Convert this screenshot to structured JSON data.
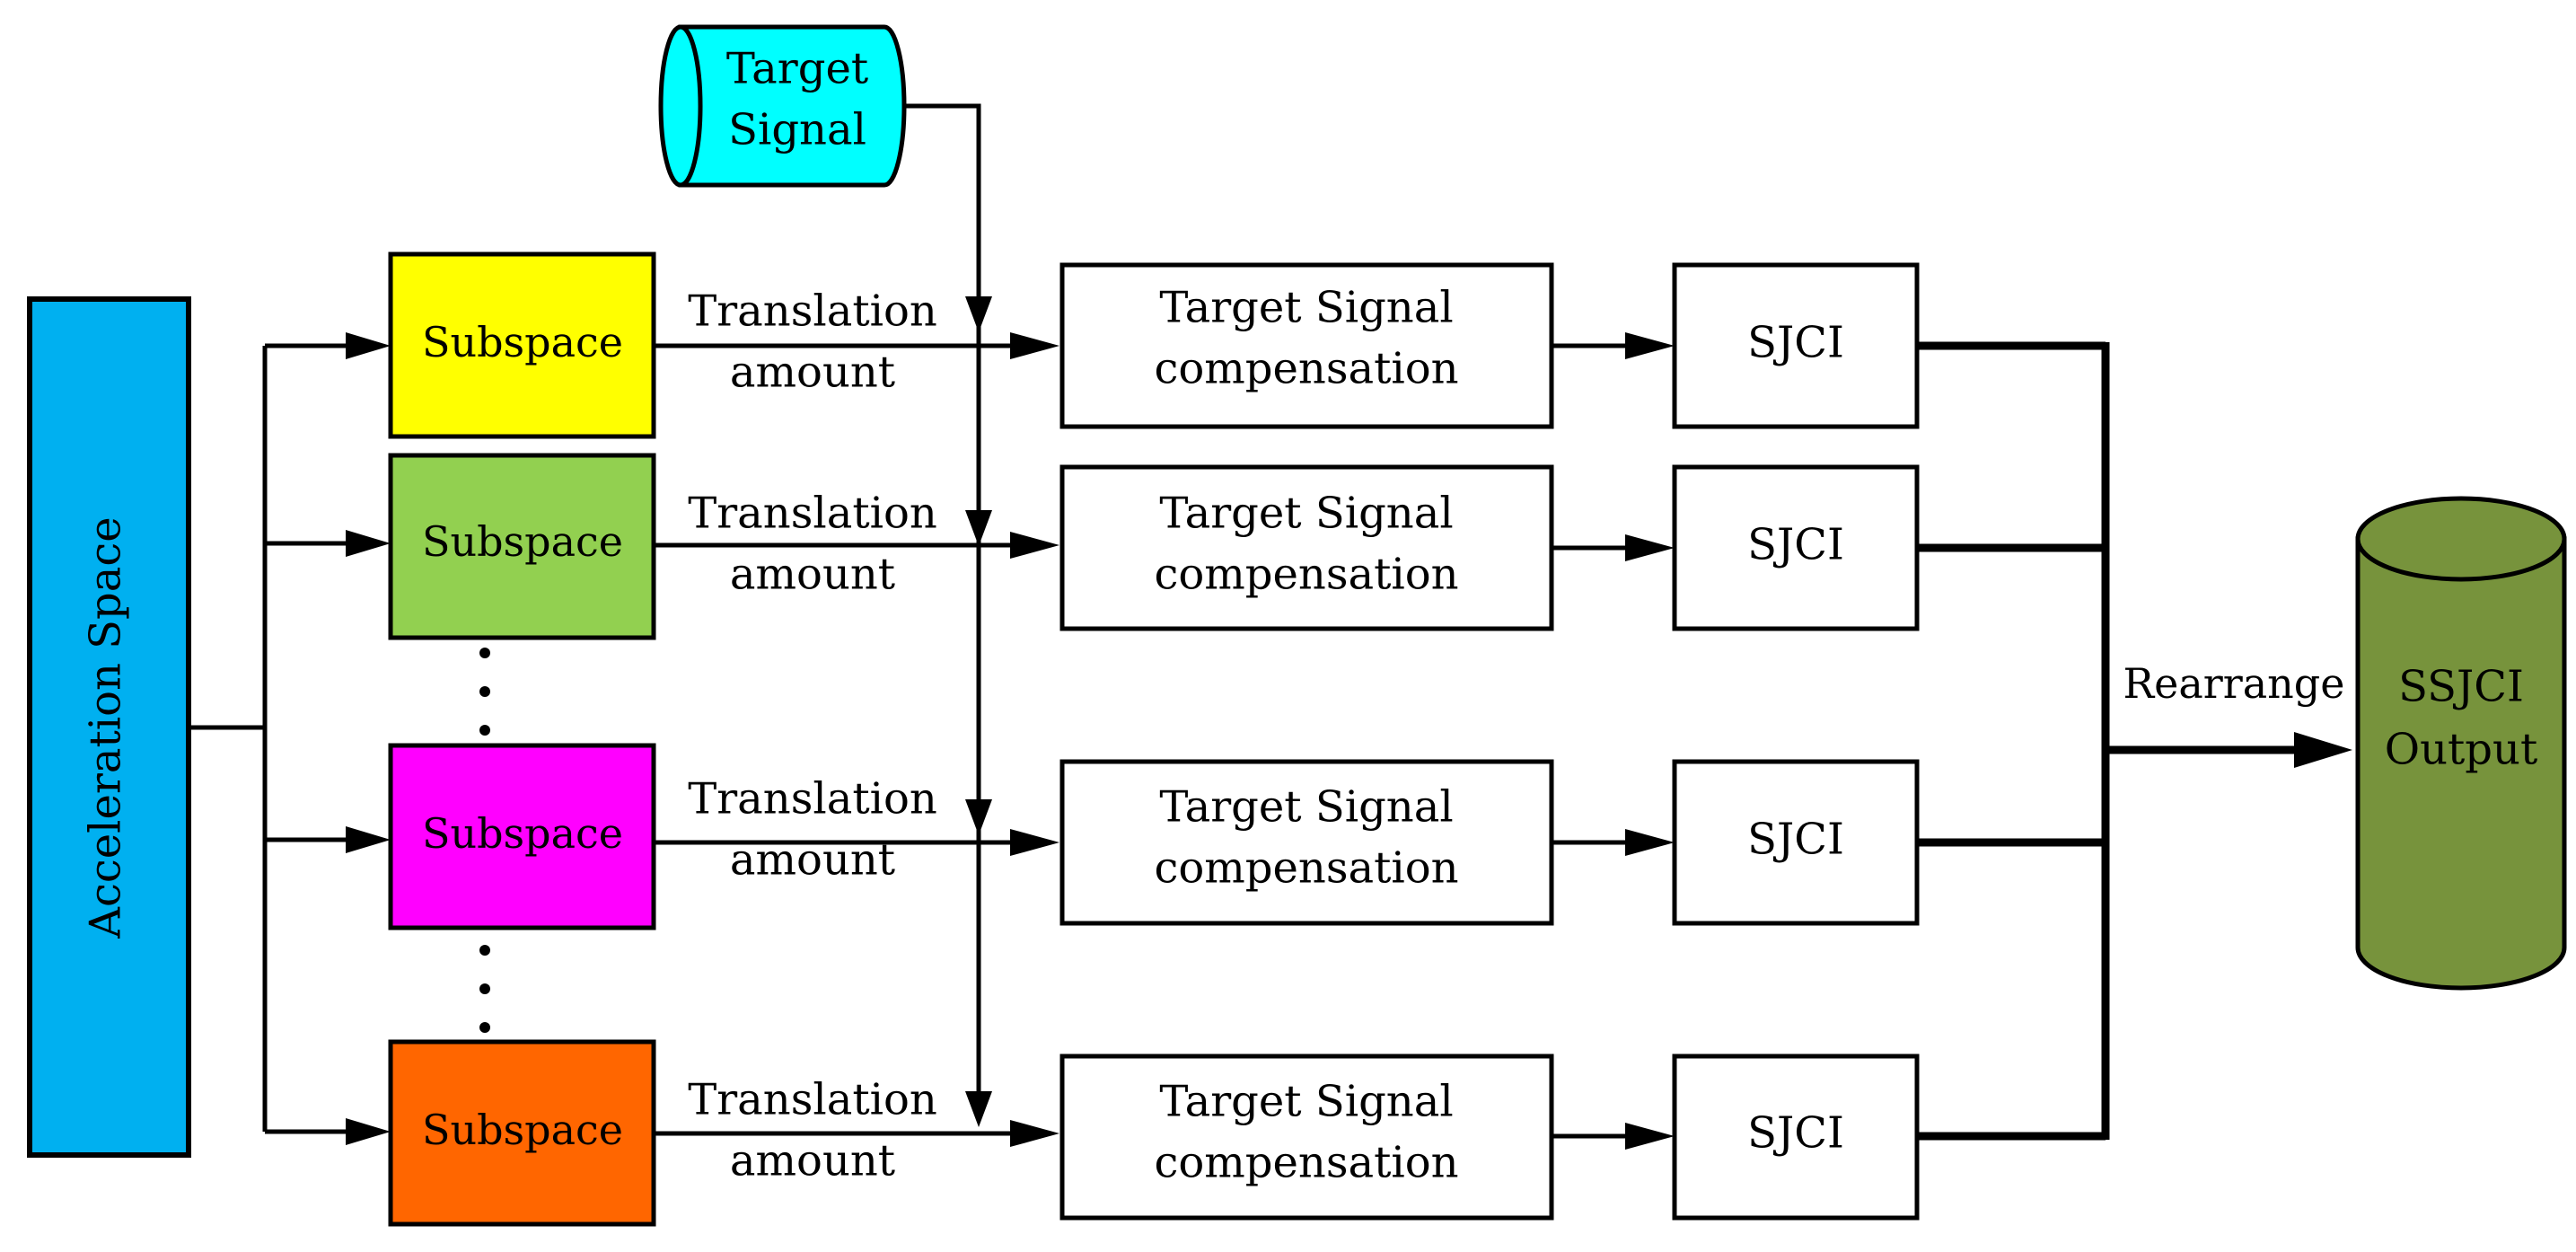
{
  "colors": {
    "acceleration_space": "#00B0F0",
    "target_signal": "#00FFFF",
    "subspace_1": "#FFFF00",
    "subspace_2": "#92D050",
    "subspace_3": "#FF00FF",
    "subspace_4": "#FF6600",
    "output_cylinder": "#77933C",
    "stroke": "#000000"
  },
  "nodes": {
    "acceleration_space": "Acceleration Space",
    "target_signal": [
      "Target",
      "Signal"
    ],
    "output": [
      "SSJCI",
      "Output"
    ]
  },
  "rows": [
    {
      "subspace": "Subspace",
      "translation": [
        "Translation",
        "amount"
      ],
      "compensation": [
        "Target Signal",
        "compensation"
      ],
      "sjci": "SJCI"
    },
    {
      "subspace": "Subspace",
      "translation": [
        "Translation",
        "amount"
      ],
      "compensation": [
        "Target Signal",
        "compensation"
      ],
      "sjci": "SJCI"
    },
    {
      "subspace": "Subspace",
      "translation": [
        "Translation",
        "amount"
      ],
      "compensation": [
        "Target Signal",
        "compensation"
      ],
      "sjci": "SJCI"
    },
    {
      "subspace": "Subspace",
      "translation": [
        "Translation",
        "amount"
      ],
      "compensation": [
        "Target Signal",
        "compensation"
      ],
      "sjci": "SJCI"
    }
  ],
  "labels": {
    "rearrange": "Rearrange"
  }
}
